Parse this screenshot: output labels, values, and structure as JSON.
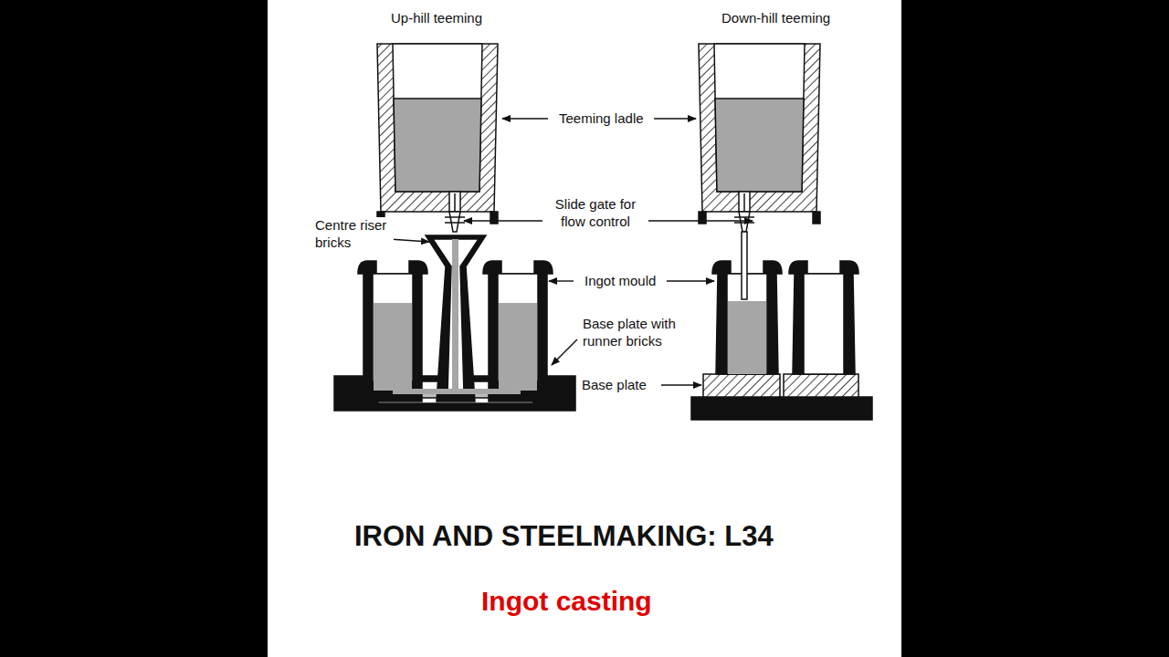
{
  "diagram": {
    "title": "IRON AND STEELMAKING: L34",
    "caption": "Ingot casting",
    "labels": [
      "Up-hill teeming",
      "Down-hill teeming",
      "Teeming ladle",
      "Slide gate for flow control",
      "Centre riser bricks",
      "Ingot mould",
      "Base plate with runner bricks",
      "Base plate"
    ]
  }
}
